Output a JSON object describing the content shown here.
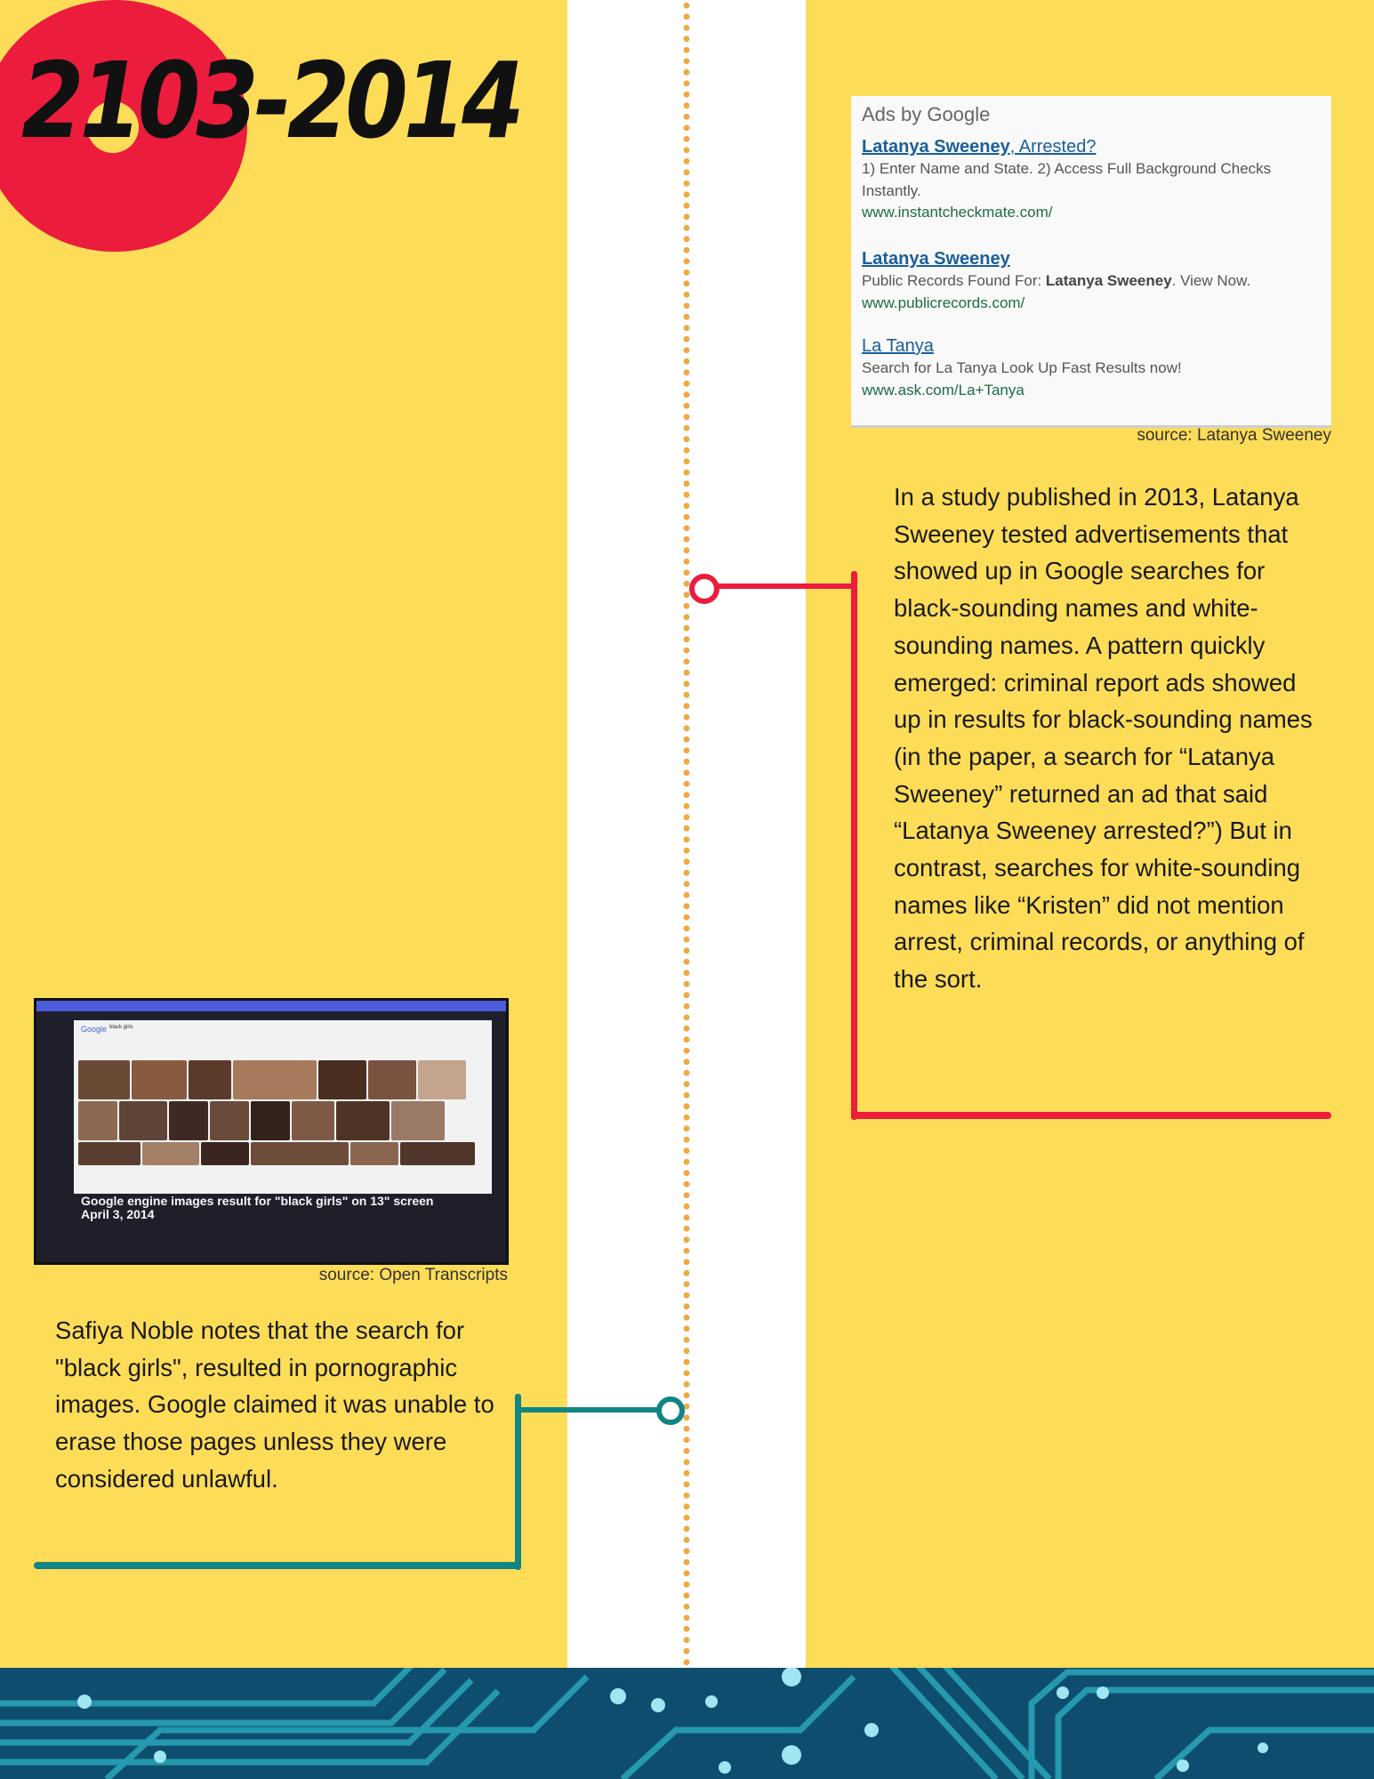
{
  "title": "2103-2014",
  "ad_panel": {
    "header": "Ads by Google",
    "ads": [
      {
        "title_name": "Latanya Sweeney",
        "title_rest": ", Arrested?",
        "description": "1) Enter Name and State. 2) Access Full Background Checks Instantly.",
        "url": "www.instantcheckmate.com/"
      },
      {
        "title": "Latanya Sweeney",
        "description_pre": "Public Records Found For: ",
        "description_bold": "Latanya Sweeney",
        "description_post": ". View Now.",
        "url": "www.publicrecords.com/"
      },
      {
        "title": "La Tanya",
        "description": "Search for La Tanya Look Up Fast Results now!",
        "url": "www.ask.com/La+Tanya"
      }
    ],
    "source": "source: Latanya Sweeney"
  },
  "sweeney_text": "In a study published in 2013, Latanya Sweeney tested advertisements that showed up in Google searches for black-sounding names and white-sounding names. A pattern quickly emerged: criminal report ads showed up in results for black-sounding names (in the paper, a search for “Latanya Sweeney” returned an ad that said “Latanya Sweeney arrested?”)  But in contrast, searches for white-sounding names like “Kristen” did not mention arrest, criminal records, or anything of the sort.",
  "screen_image": {
    "logo": "Google",
    "query": "black girls",
    "caption_line1": "Google engine images result for \"black girls\" on 13\" screen",
    "caption_line2": "April 3, 2014",
    "source": "source: Open Transcripts"
  },
  "noble_text": "Safiya Noble notes that the search for \"black girls\",  resulted in pornographic images. Google claimed it was unable to erase those pages unless they were considered unlawful.",
  "colors": {
    "background": "#fddc58",
    "accent_red": "#ec1c3d",
    "accent_teal": "#108583",
    "dotted_line": "#f2a93b"
  }
}
